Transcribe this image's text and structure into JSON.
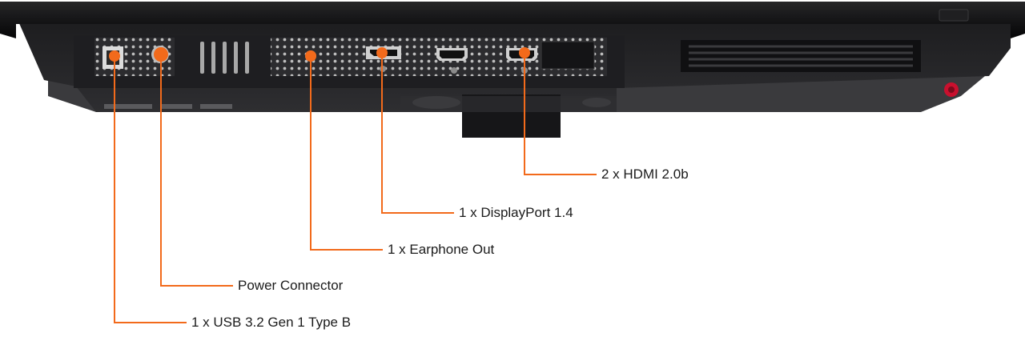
{
  "colors": {
    "callout": "#f26a1b",
    "bezel": "#0d0d0f",
    "body_dark": "#1a1a1c",
    "panel": "#2a2a2d",
    "port_grey": "#9a9a9a",
    "accent_red": "#c8102e"
  },
  "callouts": [
    {
      "id": "hdmi",
      "label": "2 x HDMI 2.0b"
    },
    {
      "id": "displayport",
      "label": "1 x DisplayPort 1.4"
    },
    {
      "id": "earphone",
      "label": "1 x Earphone Out"
    },
    {
      "id": "power",
      "label": "Power Connector"
    },
    {
      "id": "usb",
      "label": "1 x USB 3.2 Gen 1 Type B"
    }
  ]
}
